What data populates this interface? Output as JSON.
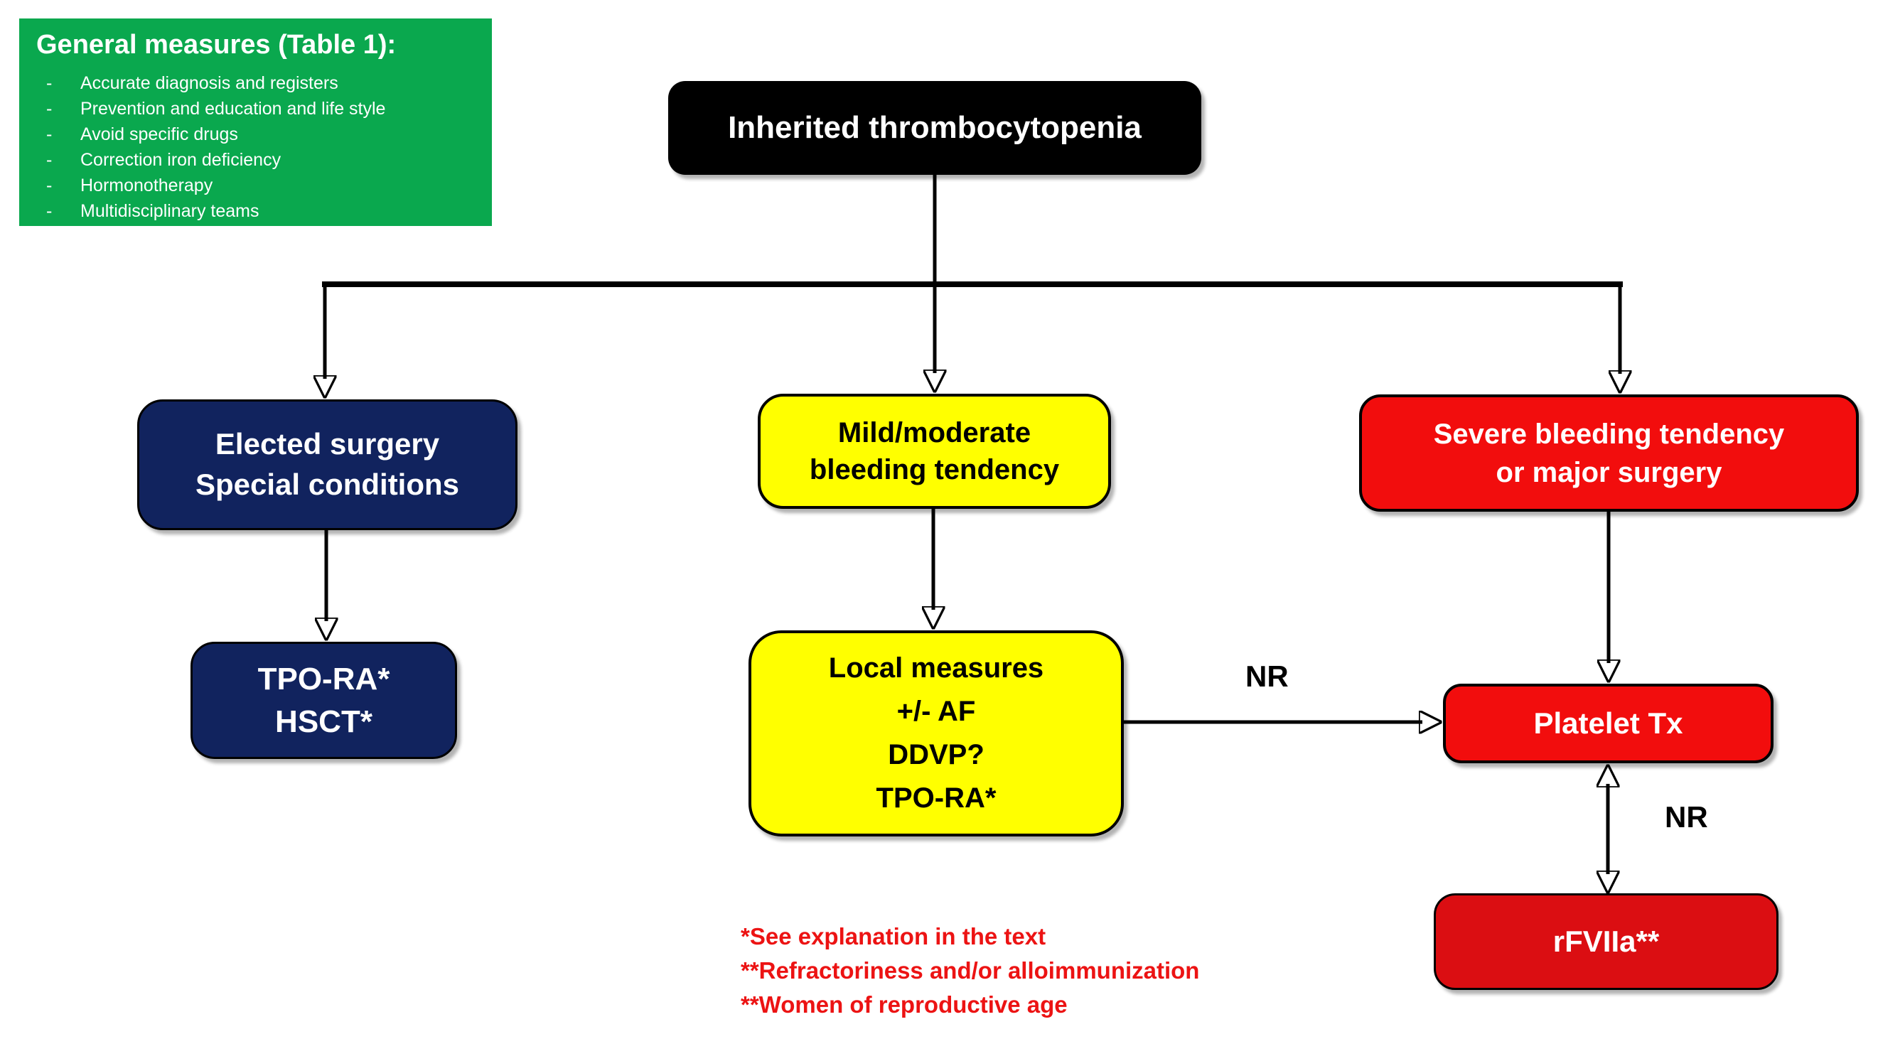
{
  "general_measures": {
    "title": "General measures (Table 1):",
    "bullet_marker": "-",
    "items": [
      "Accurate diagnosis and registers",
      "Prevention and education and life style",
      "Avoid specific drugs",
      "Correction iron deficiency",
      "Hormonotherapy",
      "Multidisciplinary teams"
    ]
  },
  "nodes": {
    "root": {
      "label": "Inherited thrombocytopenia"
    },
    "elected": {
      "label": "Elected surgery\nSpecial conditions"
    },
    "elected_treatment": {
      "label": "TPO-RA*\nHSCT*"
    },
    "mild": {
      "label": "Mild/moderate\nbleeding tendency"
    },
    "mild_treatment": {
      "label": "Local measures\n+/- AF\nDDVP?\nTPO-RA*"
    },
    "severe": {
      "label": "Severe bleeding tendency\nor major surgery"
    },
    "platelet_tx": {
      "label": "Platelet Tx"
    },
    "rfviia": {
      "label": "rFVIIa**"
    }
  },
  "edge_labels": {
    "nr_local_to_platelet": "NR",
    "nr_platelet_to_rfviia": "NR"
  },
  "footnotes": [
    "*See explanation in the text",
    "**Refractoriness and/or alloimmunization",
    "**Women of reproductive age"
  ],
  "colors": {
    "green_panel": "#0aa84e",
    "root_black": "#000000",
    "navy": "#11235e",
    "yellow": "#ffff00",
    "red_bright": "#f20d0d",
    "red_dark": "#db0e12",
    "footnote_red": "#ec1313",
    "connector_black": "#000000"
  }
}
